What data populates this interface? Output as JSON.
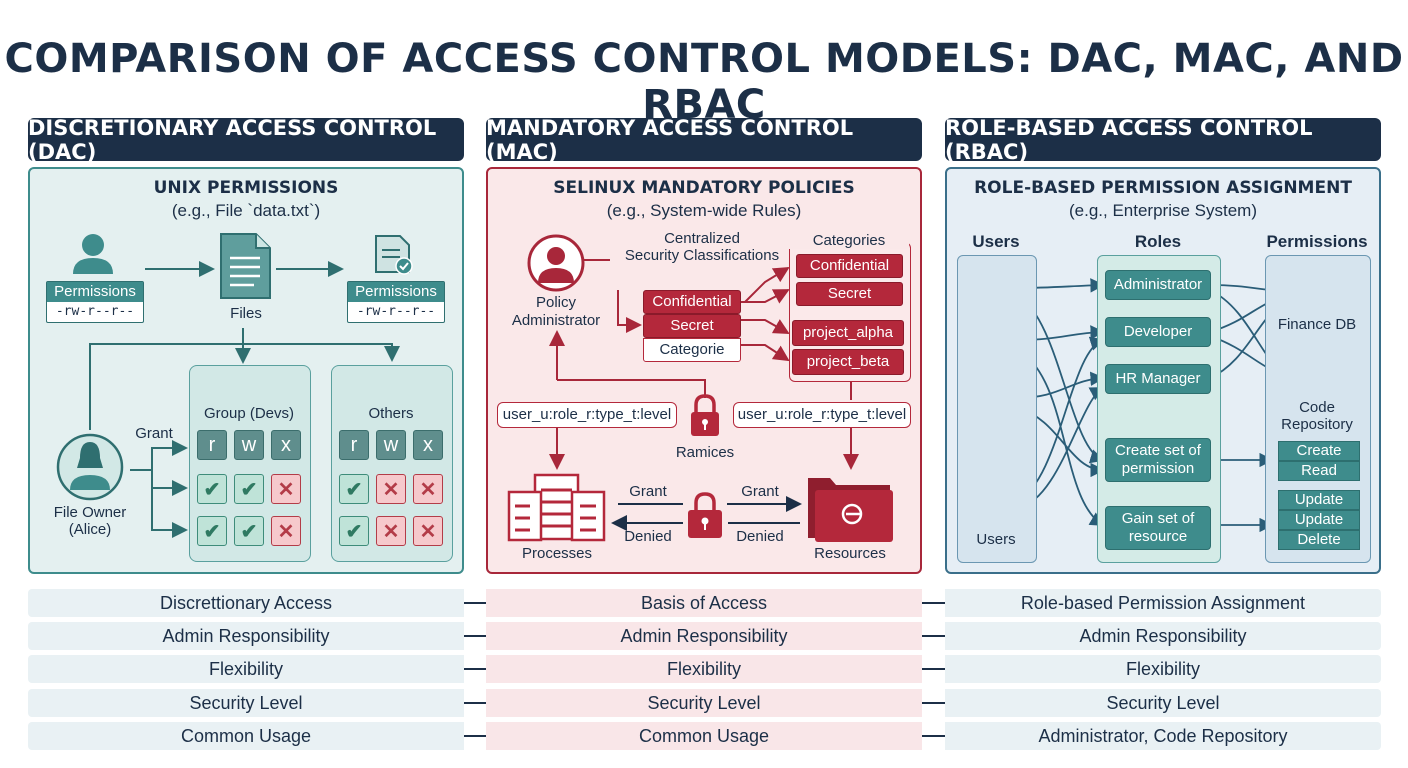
{
  "title": "COMPARISON OF ACCESS CONTROL MODELS: DAC, MAC, AND RBAC",
  "columns": {
    "dac": "DISCRETIONARY ACCESS CONTROL (DAC)",
    "mac": "MANDATORY ACCESS CONTROL (MAC)",
    "rbac": "ROLE-BASED ACCESS CONTROL (RBAC)"
  },
  "dac": {
    "title": "UNIX PERMISSIONS",
    "subtitle": "(e.g., File `data.txt`)",
    "perm_label": "Permissions",
    "perm_value": "-rw-r--r--",
    "files_label": "Files",
    "group_label": "Group (Devs)",
    "others_label": "Others",
    "grant_label": "Grant",
    "owner_label_1": "File Owner",
    "owner_label_2": "(Alice)",
    "rwx": [
      "r",
      "w",
      "x"
    ],
    "group_grid": [
      [
        "yes",
        "yes",
        "no"
      ],
      [
        "yes",
        "yes",
        "no"
      ]
    ],
    "others_grid": [
      [
        "yes",
        "no",
        "no"
      ],
      [
        "yes",
        "no",
        "no"
      ]
    ]
  },
  "mac": {
    "title": "SELINUX MANDATORY POLICIES",
    "subtitle": "(e.g., System-wide Rules)",
    "central_1": "Centralized",
    "central_2": "Security Classifications",
    "categories_label": "Categories",
    "cat_items": [
      "Confidential",
      "Secret"
    ],
    "stack_items": [
      "Confidential",
      "Secret",
      "Categorie"
    ],
    "projects": [
      "project_alpha",
      "project_beta"
    ],
    "admin_1": "Policy",
    "admin_2": "Administrator",
    "context_left": "user_u:role_r:type_t:level",
    "context_right": "user_u:role_r:type_t:level",
    "lock_label": "Ramices",
    "grant": "Grant",
    "denied": "Denied",
    "processes": "Processes",
    "resources": "Resources"
  },
  "rbac": {
    "title": "ROLE-BASED PERMISSION ASSIGNMENT",
    "subtitle": "(e.g., Enterprise System)",
    "users_header": "Users",
    "roles_header": "Roles",
    "perms_header": "Permissions",
    "users_footer": "Users",
    "roles": [
      "Administrator",
      "Developer",
      "HR Manager",
      "Create set of permission",
      "Gain set of resource"
    ],
    "finance_db": "Finance DB",
    "code_repo_1": "Code",
    "code_repo_2": "Repository",
    "perm_group_1": [
      "Create",
      "Read"
    ],
    "perm_group_2": [
      "Update",
      "Update",
      "Delete"
    ]
  },
  "comparison": [
    {
      "dac": "Discrettionary Access",
      "mac": "Basis of Access",
      "rbac": "Role-based Permission Assignment"
    },
    {
      "dac": "Admin Responsibility",
      "mac": "Admin Responsibility",
      "rbac": "Admin Responsibility"
    },
    {
      "dac": "Flexibility",
      "mac": "Flexibility",
      "rbac": "Flexibility"
    },
    {
      "dac": "Security Level",
      "mac": "Security Level",
      "rbac": "Security Level"
    },
    {
      "dac": "Common Usage",
      "mac": "Common Usage",
      "rbac": "Administrator, Code Repository"
    }
  ],
  "colors": {
    "navy": "#1c2f47",
    "teal": "#3e8c8c",
    "crimson": "#b4283b",
    "steel": "#3a6f8a"
  }
}
